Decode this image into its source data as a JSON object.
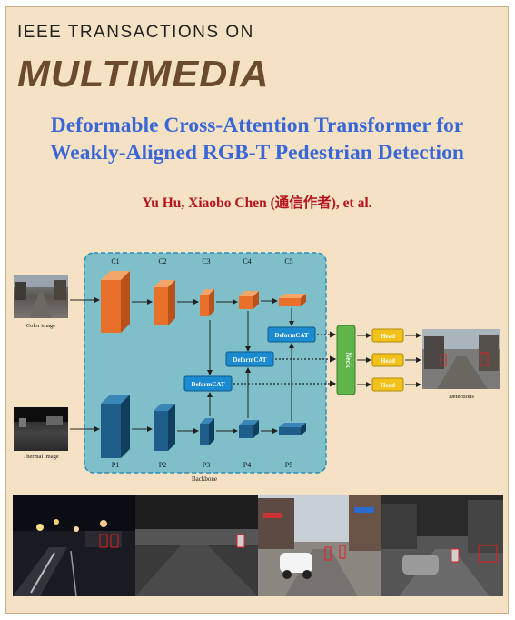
{
  "journal": {
    "top_line": "IEEE TRANSACTIONS ON",
    "name": "MULTIMEDIA"
  },
  "paper": {
    "title_line1": "Deformable Cross-Attention Transformer for",
    "title_line2": "Weakly-Aligned RGB-T Pedestrian Detection",
    "authors": "Yu Hu, Xiaobo Chen (通信作者), et al."
  },
  "diagram": {
    "color_stages": [
      "C1",
      "C2",
      "C3",
      "C4",
      "C5"
    ],
    "thermal_stages": [
      "P1",
      "P2",
      "P3",
      "P4",
      "P5"
    ],
    "fusion_label": "DeformCAT",
    "neck_label": "Neck",
    "head_label": "Head",
    "input_color_label": "Color image",
    "input_thermal_label": "Thermal image",
    "output_label": "Detections",
    "backbone_label": "Backbone",
    "colors": {
      "color_stream": "#e8702a",
      "thermal_stream": "#1f5e8a",
      "fusion": "#1a8bd0",
      "neck": "#5fb548",
      "head": "#f2c21a",
      "backbone_bg": "#7fbfc9"
    }
  }
}
